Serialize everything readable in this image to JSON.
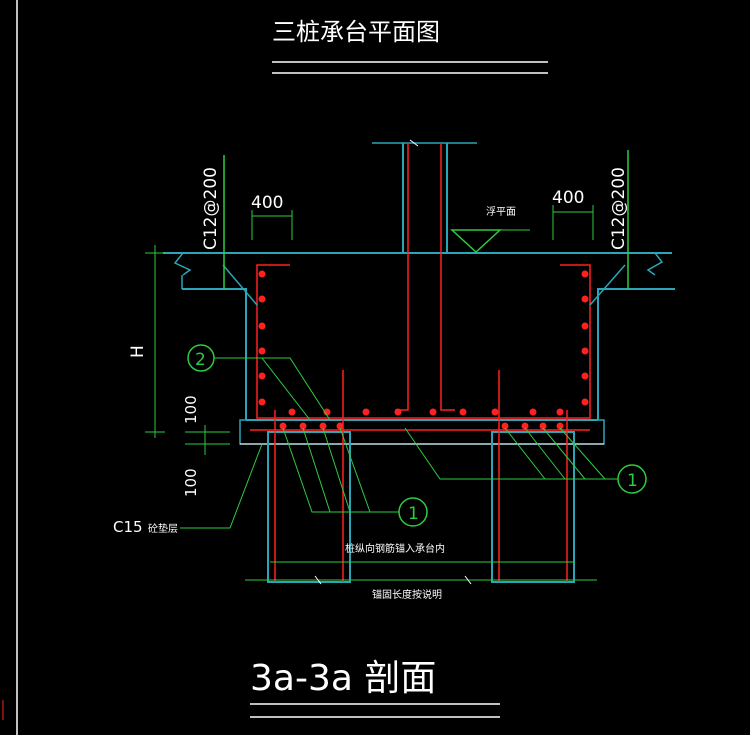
{
  "title_top": "三桩承台平面图",
  "title_bottom": "3a-3a 剖面",
  "dimensions": {
    "left_width": "400",
    "right_width": "400",
    "height": "H",
    "cushion_100a": "100",
    "cushion_100b": "100"
  },
  "rebar": {
    "left_label": "C12@200",
    "right_label": "C12@200"
  },
  "labels": {
    "grout": "浮平面",
    "cushion": "C15",
    "cushion_suffix": "砼垫层",
    "pile_anchor": "桩纵向钢筋锚入承台内",
    "anchor_note": "锚固长度按说明"
  },
  "callouts": {
    "c2": "2",
    "c1_left": "1",
    "c1_right": "1"
  },
  "colors": {
    "background": "#000000",
    "outline": "#2aa6b8",
    "rebar": "#ff2020",
    "leader": "#2ecc40",
    "text": "#ffffff"
  }
}
